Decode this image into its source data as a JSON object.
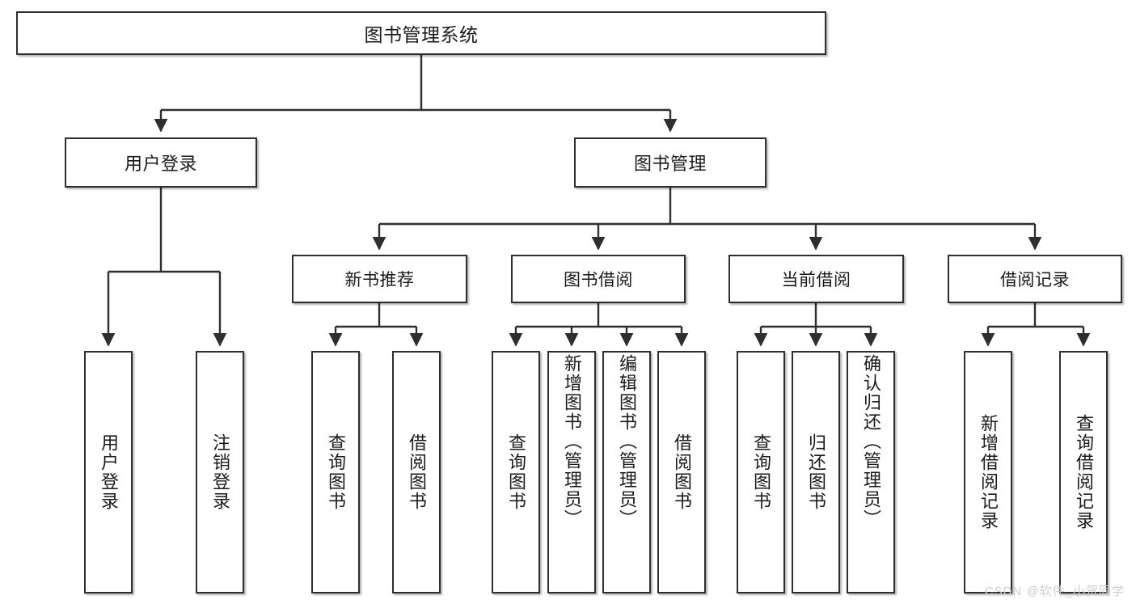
{
  "diagram": {
    "title": "图书管理系统",
    "root": {
      "label": "图书管理系统"
    },
    "level1": [
      {
        "label": "用户登录"
      },
      {
        "label": "图书管理"
      }
    ],
    "level2": [
      {
        "label": "新书推荐"
      },
      {
        "label": "图书借阅"
      },
      {
        "label": "当前借阅"
      },
      {
        "label": "借阅记录"
      }
    ],
    "leaves": {
      "user_login": [
        {
          "label": "用户登录"
        },
        {
          "label": "注销登录"
        }
      ],
      "new_book": [
        {
          "label": "查询图书"
        },
        {
          "label": "借阅图书"
        }
      ],
      "book_borrow": [
        {
          "label": "查询图书"
        },
        {
          "label": "新增图书（管理员）"
        },
        {
          "label": "编辑图书（管理员）"
        },
        {
          "label": "借阅图书"
        }
      ],
      "current_borrow": [
        {
          "label": "查询图书"
        },
        {
          "label": "归还图书"
        },
        {
          "label": "确认归还（管理员）"
        }
      ],
      "borrow_record": [
        {
          "label": "新增借阅记录"
        },
        {
          "label": "查询借阅记录"
        }
      ]
    }
  },
  "watermark": {
    "text": "CSDN @软件_小贺同学"
  },
  "colors": {
    "stroke": "#2e2e2e",
    "fill": "#ffffff",
    "watermark": "#cfcfcf"
  }
}
